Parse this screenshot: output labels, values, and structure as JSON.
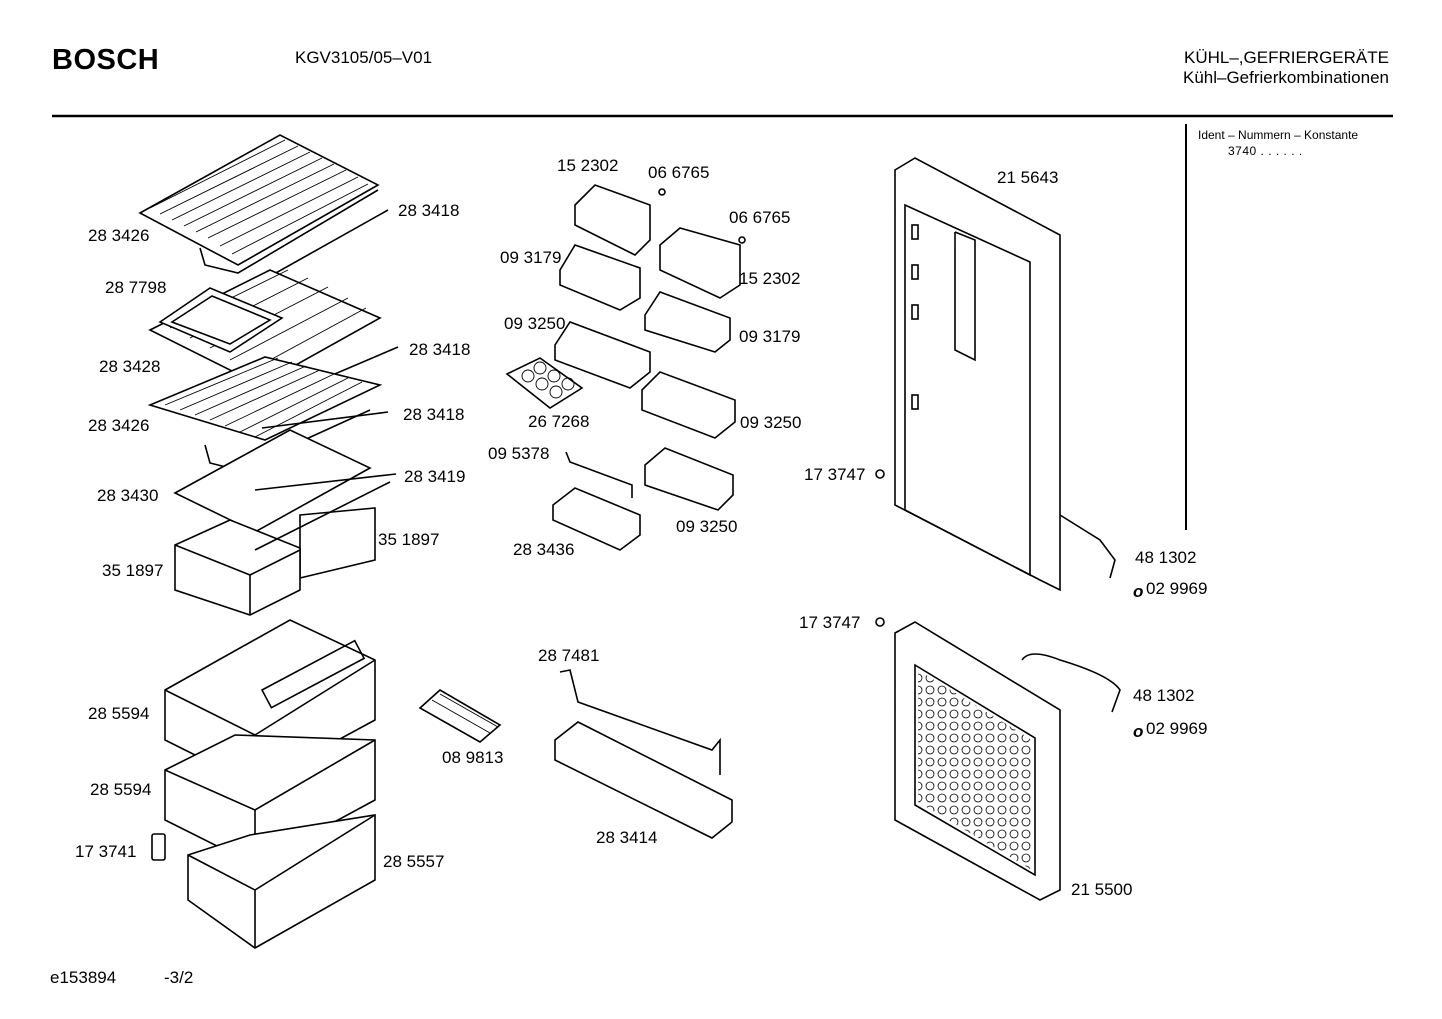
{
  "header": {
    "brand": "BOSCH",
    "model": "KGV3105/05–V01",
    "category_line1": "KÜHL–,GEFRIERGERÄTE",
    "category_line2": "Kühl–Gefrierkombinationen"
  },
  "ident": {
    "label": "Ident – Nummern – Konstante",
    "value": "3740 . . . . . ."
  },
  "footer": {
    "doc_id": "e153894",
    "page": "-3/2"
  },
  "parts": {
    "p01": "28 3426",
    "p02": "28 3418",
    "p03": "28 7798",
    "p04": "28 3428",
    "p05": "28 3418",
    "p06": "28 3426",
    "p07": "28 3418",
    "p08": "28 3430",
    "p09": "28 3419",
    "p10": "35 1897",
    "p11": "35 1897",
    "p12": "28 5594",
    "p13": "28 5594",
    "p14": "17 3741",
    "p15": "28 5557",
    "p16": "15 2302",
    "p17": "06 6765",
    "p18": "06 6765",
    "p19": "09 3179",
    "p20": "15 2302",
    "p21": "09 3250",
    "p22": "09 3179",
    "p23": "26 7268",
    "p24": "09 3250",
    "p25": "09 5378",
    "p26": "09 3250",
    "p27": "28 3436",
    "p28": "28 7481",
    "p29": "08 9813",
    "p30": "28 3414",
    "p31": "21 5643",
    "p32": "17 3747",
    "p33": "48 1302",
    "p34": "02 9969",
    "p35": "17 3747",
    "p36": "48 1302",
    "p37": "02 9969",
    "p38": "21 5500"
  }
}
